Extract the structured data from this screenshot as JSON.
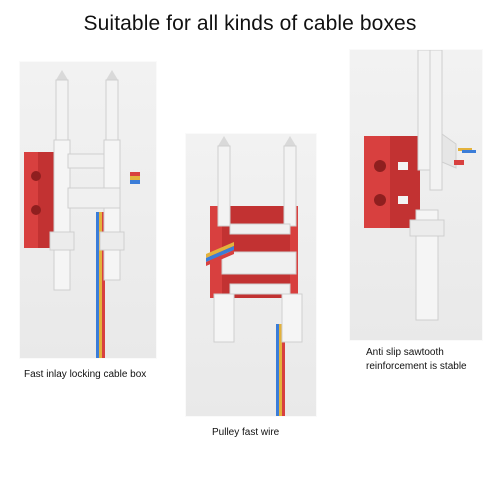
{
  "header": {
    "title": "Suitable for all kinds of cable boxes"
  },
  "panels": [
    {
      "caption": "Fast inlay locking cable box",
      "image": "cable-box-inlay-lock-illustration"
    },
    {
      "caption": "Pulley fast wire",
      "image": "pulley-fast-wire-illustration"
    },
    {
      "caption_lines": [
        "Anti slip sawtooth",
        "reinforcement is stable"
      ],
      "image": "sawtooth-reinforcement-illustration"
    }
  ],
  "colors": {
    "box_red": "#d8403f",
    "tool_white": "#f3f3f3",
    "tool_shadow": "#c9c9c9",
    "panel_bg": "#ececec"
  }
}
